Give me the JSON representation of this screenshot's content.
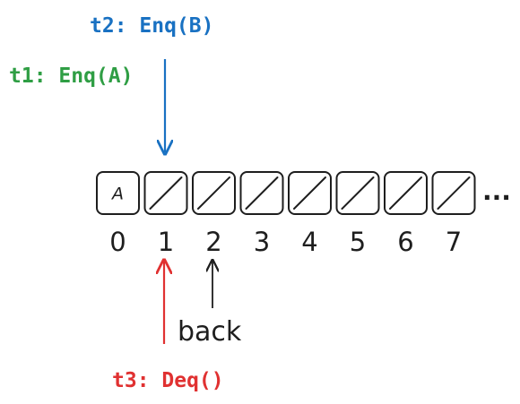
{
  "labels": {
    "t2": "t2: Enq(B)",
    "t1": "t1: Enq(A)",
    "t3": "t3: Deq()",
    "back": "back",
    "ellipsis": "..."
  },
  "cells": [
    {
      "index": "0",
      "value": "A"
    },
    {
      "index": "1",
      "value": ""
    },
    {
      "index": "2",
      "value": ""
    },
    {
      "index": "3",
      "value": ""
    },
    {
      "index": "4",
      "value": ""
    },
    {
      "index": "5",
      "value": ""
    },
    {
      "index": "6",
      "value": ""
    },
    {
      "index": "7",
      "value": ""
    }
  ],
  "colors": {
    "t1": "#2f9e44",
    "t2": "#1971c2",
    "t3": "#e03131",
    "ink": "#1e1e1e"
  }
}
